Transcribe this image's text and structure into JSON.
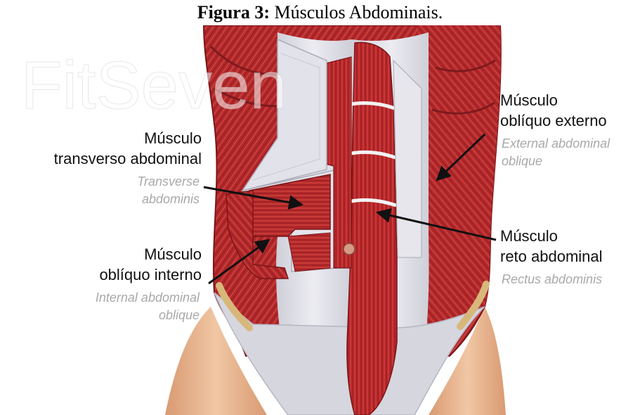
{
  "caption": {
    "prefix": "Figura 3:",
    "text": "Músculos Abdominais."
  },
  "watermark": "FitSeven",
  "labels": {
    "transverso": {
      "pt_line1": "Músculo",
      "pt_line2": "transverso abdominal",
      "en_line1": "Transverse",
      "en_line2": "abdominis"
    },
    "obliquo_interno": {
      "pt_line1": "Músculo",
      "pt_line2": "oblíquo interno",
      "en_line1": "Internal abdominal",
      "en_line2": "oblique"
    },
    "obliquo_externo": {
      "pt_line1": "Músculo",
      "pt_line2": "oblíquo externo",
      "en_line1": "External abdominal",
      "en_line2": "oblique"
    },
    "reto": {
      "pt_line1": "Músculo",
      "pt_line2": "reto abdominal",
      "en_line1": "Rectus abdominis"
    }
  },
  "colors": {
    "muscle": "#b8262a",
    "muscle_dark": "#8e1a1e",
    "fascia": "#dcdce4",
    "skin": "#e8b48c",
    "arrow": "#111111"
  }
}
